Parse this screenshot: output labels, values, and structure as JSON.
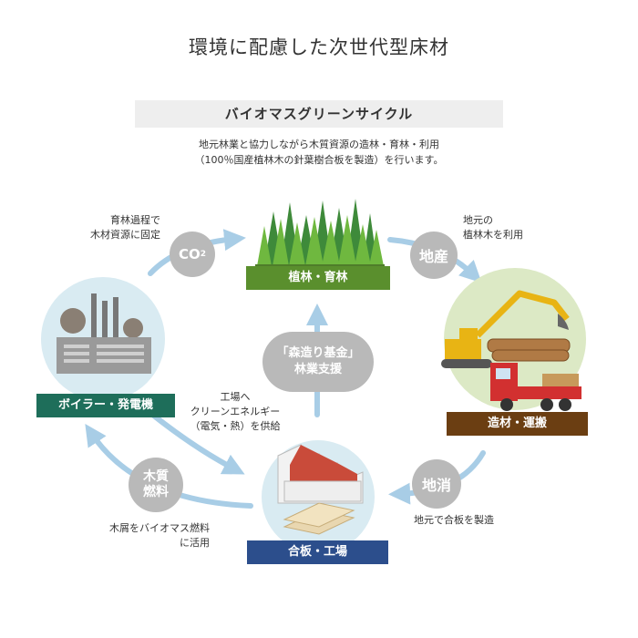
{
  "title": "環境に配慮した次世代型床材",
  "subtitle": "バイオマスグリーンサイクル",
  "description": [
    "地元林業と協力しながら木質資源の造林・育林・利用",
    "（100％国産植林木の針葉樹合板を製造）を行います。"
  ],
  "nodes": {
    "forest": "植林・育林",
    "transport": "造材・運搬",
    "factory": "合板・工場",
    "boiler": "ボイラー・発電機"
  },
  "bubbles": {
    "co2_main": "CO",
    "co2_sub": "2",
    "local_production": "地産",
    "local_consumption": "地消",
    "wood_fuel": [
      "木質",
      "燃料"
    ],
    "fund": [
      "「森造り基金」",
      "林業支援"
    ]
  },
  "notes": {
    "co2": [
      "育林過程で",
      "木材資源に固定"
    ],
    "local_production": [
      "地元の",
      "植林木を利用"
    ],
    "local_consumption": "地元で合板を製造",
    "wood_fuel": [
      "木屑をバイオマス燃料",
      "に活用"
    ],
    "clean_energy": [
      "工場へ",
      "クリーンエネルギー",
      "（電気・熱）を供給"
    ]
  },
  "colors": {
    "forest_label": "#5a8f2d",
    "transport_label": "#6b3e12",
    "factory_label": "#2c4e8c",
    "boiler_label": "#1e6e5a",
    "arrow": "#a8cde6",
    "bubble": "#b9b9b9"
  }
}
